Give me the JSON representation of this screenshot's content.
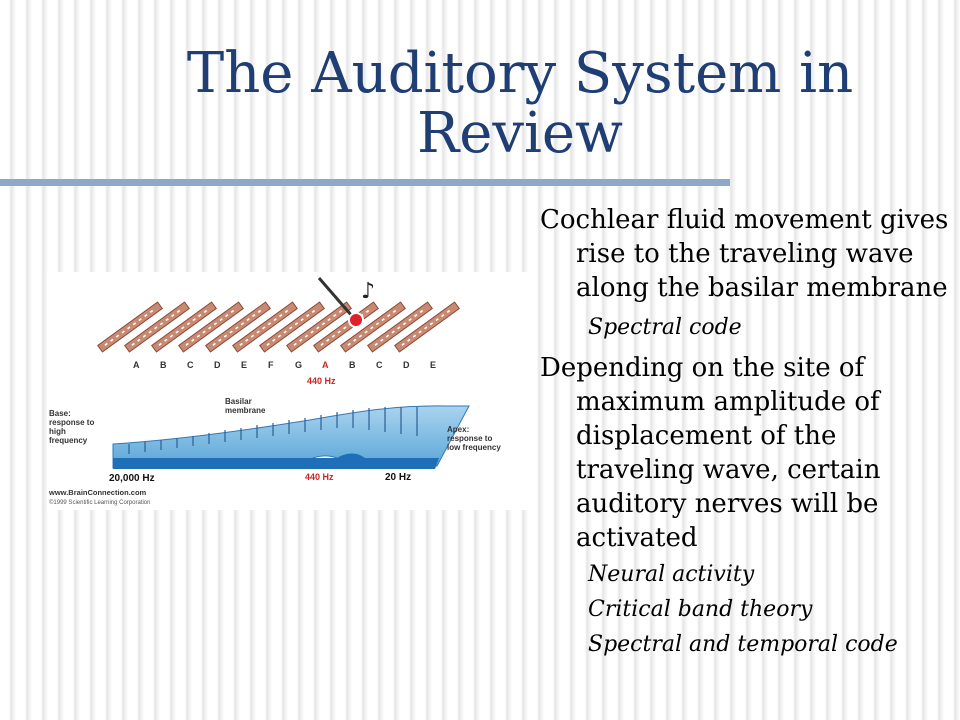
{
  "slide": {
    "title": "The Auditory System in Review"
  },
  "figure": {
    "keys": [
      "A",
      "B",
      "C",
      "D",
      "E",
      "F",
      "G",
      "A",
      "B",
      "C",
      "D",
      "E"
    ],
    "highlighted_key": "A",
    "freq_top": "440 Hz",
    "membrane_label": "Basilar membrane",
    "freq_peak": "440 Hz",
    "base_label": "Base: response to high frequency",
    "apex_label": "Apex: response to low frequency",
    "base_freq": "20,000 Hz",
    "apex_freq": "20 Hz",
    "credit": "www.BrainConnection.com",
    "copyright": "©1999 Scientific Learning Corporation",
    "colors": {
      "wood": "#c98a73",
      "membrane": "#5aa6d8",
      "label_red": "#cc2222",
      "highlight": "#e0202a"
    }
  },
  "bullets": [
    {
      "text": "Cochlear fluid movement gives rise to the traveling wave along the basilar membrane",
      "subs": [
        "Spectral code"
      ]
    },
    {
      "text": "Depending on the site of maximum amplitude of displacement of the traveling wave, certain auditory nerves will be activated",
      "subs": [
        "Neural activity",
        "Critical band theory",
        "Spectral and temporal code"
      ]
    }
  ]
}
